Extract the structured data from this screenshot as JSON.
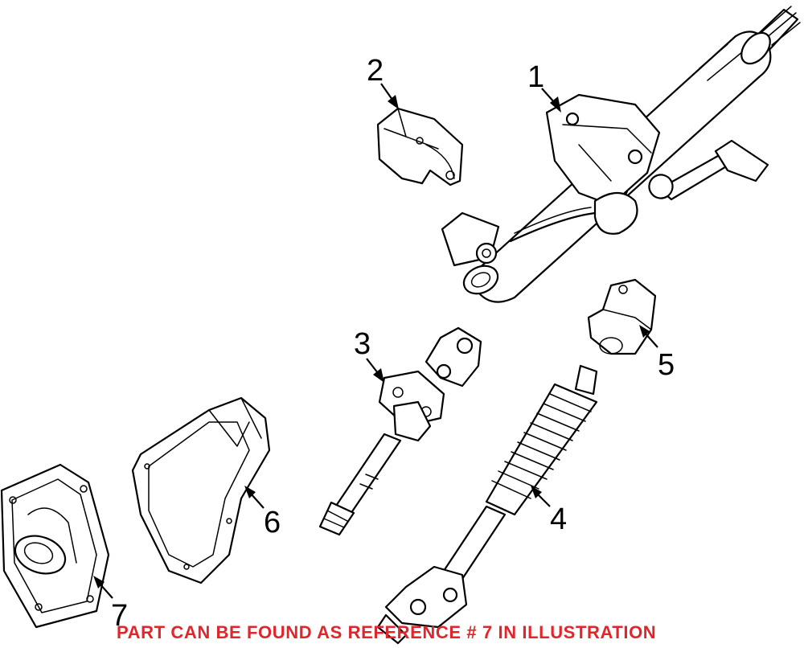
{
  "colors": {
    "note_text": "#e0262b",
    "line_art": "#000000",
    "background": "#ffffff"
  },
  "callouts": [
    {
      "number": "1"
    },
    {
      "number": "2"
    },
    {
      "number": "3"
    },
    {
      "number": "4"
    },
    {
      "number": "5"
    },
    {
      "number": "6"
    },
    {
      "number": "7"
    }
  ],
  "note": {
    "text": "PART CAN BE FOUND AS REFERENCE # 7 IN ILLUSTRATION"
  }
}
